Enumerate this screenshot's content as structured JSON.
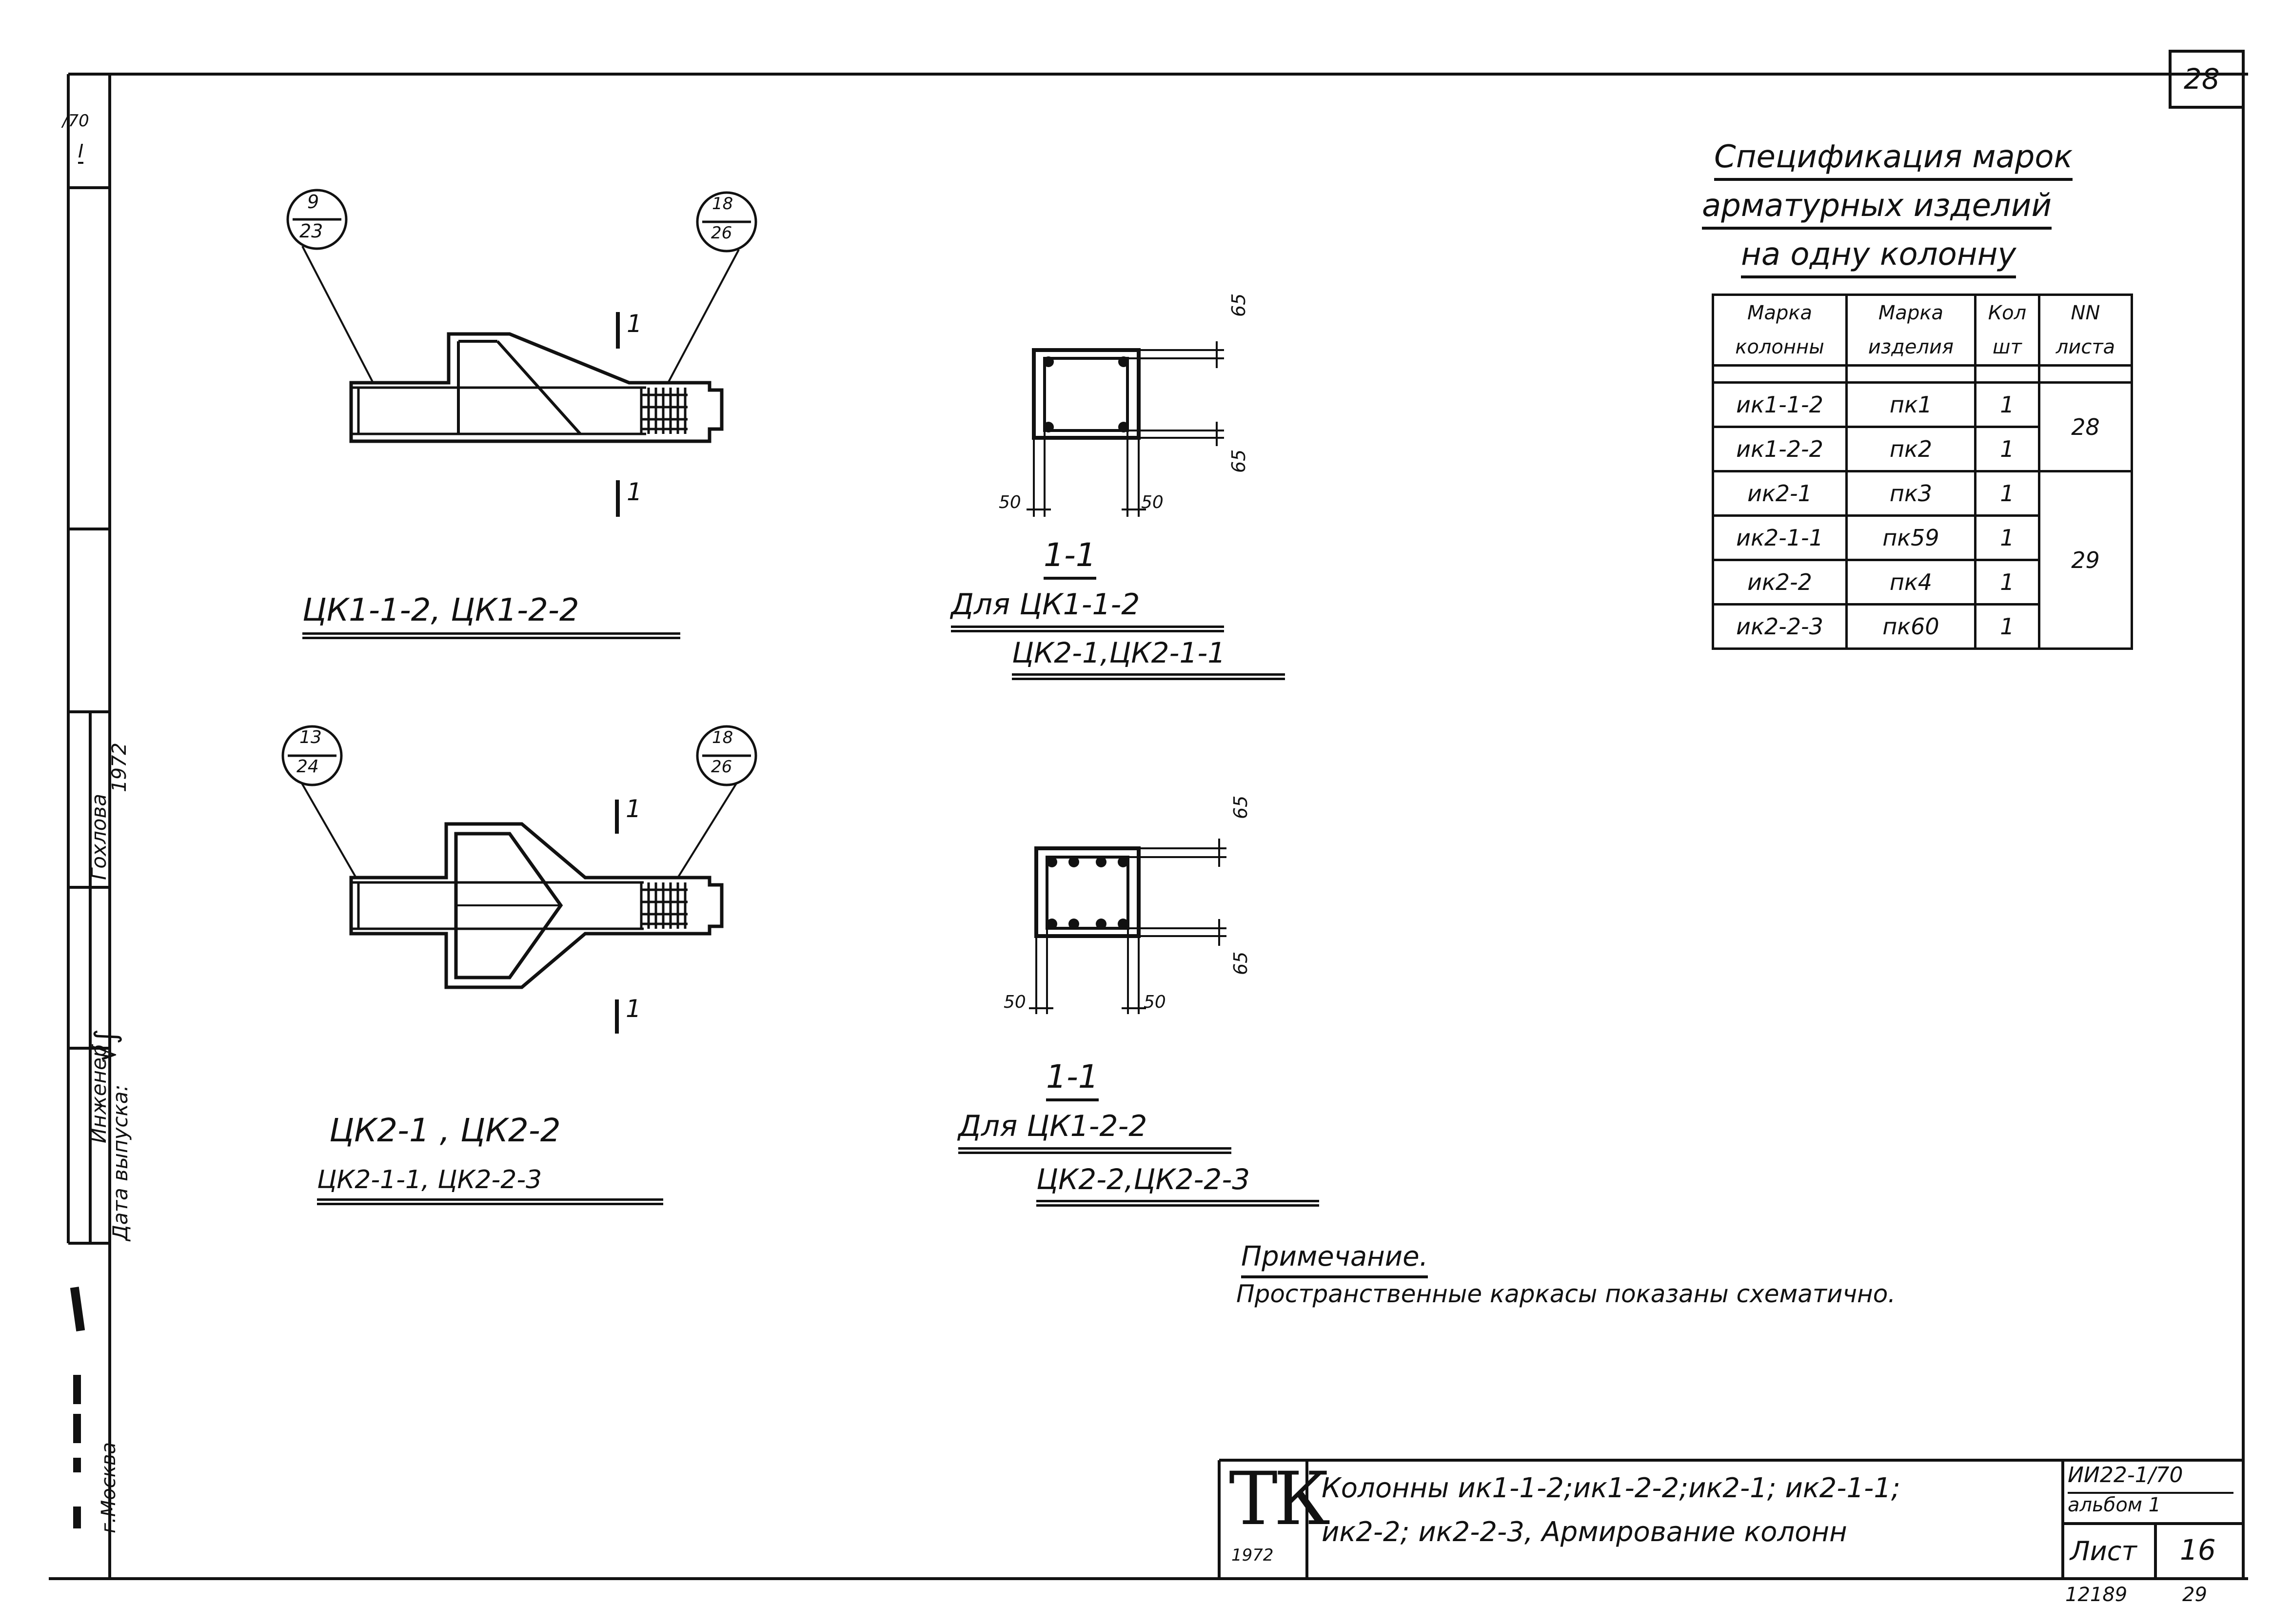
{
  "sheet": {
    "corner_sheet_no": "28",
    "left_margin": {
      "album_code": "/70",
      "album_roman": "I",
      "engineer_role": "Инженер",
      "release_date_label": "Дата выпуска:",
      "engineer_name": "Гохлова",
      "year": "1972",
      "city": "г.Москва"
    }
  },
  "specification": {
    "title_lines": [
      "Спецификация марок",
      "арматурных изделий",
      "на одну колонну"
    ],
    "headers": [
      [
        "Марка",
        "колонны"
      ],
      [
        "Марка",
        "изделия"
      ],
      [
        "Кол",
        "шт"
      ],
      [
        "NN",
        "листа"
      ]
    ],
    "rows": [
      {
        "column": "ик1-1-2",
        "item": "пк1",
        "qty": "1"
      },
      {
        "column": "ик1-2-2",
        "item": "пк2",
        "qty": "1"
      },
      {
        "column": "ик2-1",
        "item": "пк3",
        "qty": "1"
      },
      {
        "column": "ик2-1-1",
        "item": "пк59",
        "qty": "1"
      },
      {
        "column": "ик2-2",
        "item": "пк4",
        "qty": "1"
      },
      {
        "column": "ик2-2-3",
        "item": "пк60",
        "qty": "1"
      }
    ],
    "sheet_groups": [
      "28",
      "29"
    ]
  },
  "elevations": [
    {
      "callout_left": {
        "num": "9",
        "den": "23"
      },
      "callout_right": {
        "num": "18",
        "den": "26"
      },
      "cut_mark": "1",
      "label_line1": "ЦК1-1-2, ЦК1-2-2",
      "label_line2": ""
    },
    {
      "callout_left": {
        "num": "13",
        "den": "24"
      },
      "callout_right": {
        "num": "18",
        "den": "26"
      },
      "cut_mark": "1",
      "label_line1": "ЦК2-1 , ЦК2-2",
      "label_line2": "ЦК2-1-1, ЦК2-2-3"
    }
  ],
  "sections": [
    {
      "title": "1-1",
      "for_line": "Для ЦК1-1-2",
      "second_line": "ЦК2-1,ЦК2-1-1",
      "dim_top": "65",
      "dim_bottom": "65",
      "dim_left": "50",
      "dim_right": "50"
    },
    {
      "title": "1-1",
      "for_line": "Для ЦК1-2-2",
      "second_line": "ЦК2-2,ЦК2-2-3",
      "dim_top": "65",
      "dim_bottom": "65",
      "dim_left": "50",
      "dim_right": "50"
    }
  ],
  "note": {
    "title": "Примечание.",
    "text": "Пространственные каркасы показаны схематично."
  },
  "title_block": {
    "logo": "ТК",
    "logo_year": "1972",
    "description_line1": "Колонны ик1-1-2;ик1-2-2;ик2-1; ик2-1-1;",
    "description_line2": "ик2-2; ик2-2-3, Армирование колонн",
    "series": "ИИ22-1/70",
    "album": "альбом 1",
    "sheet_label": "Лист",
    "sheet_number": "16",
    "archive_no": "12189",
    "archive_sheet": "29"
  }
}
